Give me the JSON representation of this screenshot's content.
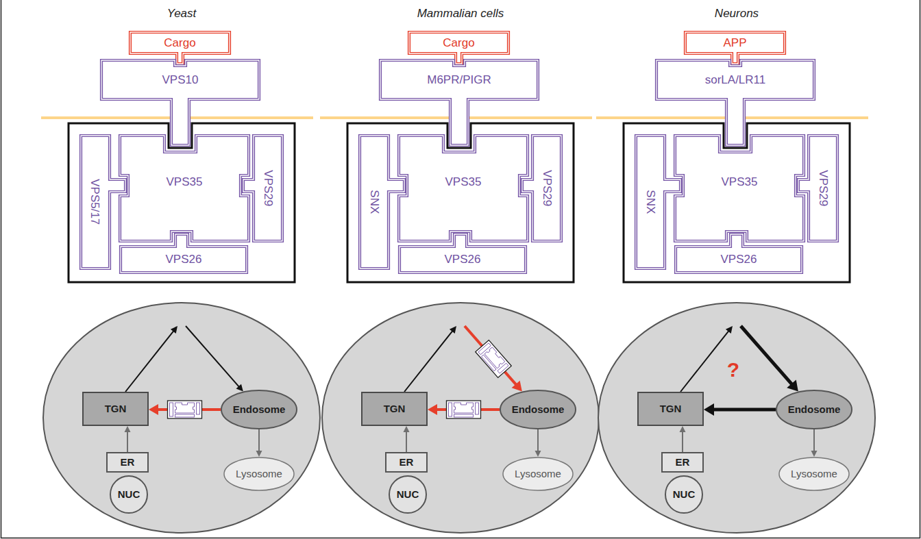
{
  "diagram": {
    "nodes": [
      {
        "text": [
          "Cargo"
        ]
      },
      {
        "text": [
          "VPS10"
        ]
      },
      {
        "text": [
          "VPS5/17"
        ]
      },
      {
        "text": [
          "VPS35"
        ]
      },
      {
        "text": [
          "VPS29"
        ]
      },
      {
        "text": [
          "VPS26"
        ]
      },
      {
        "text": [
          "TGN"
        ]
      },
      {
        "text": [
          "Endosome"
        ]
      },
      {
        "text": [
          "ER"
        ]
      },
      {
        "text": [
          "NUC"
        ]
      },
      {
        "text": [
          "Lysosome"
        ]
      },
      {
        "text": [
          "Cargo"
        ]
      },
      {
        "text": [
          "M6PR/PIGR"
        ]
      },
      {
        "text": [
          "SNX"
        ]
      },
      {
        "text": [
          "VPS35"
        ]
      },
      {
        "text": [
          "VPS29"
        ]
      },
      {
        "text": [
          "VPS26"
        ]
      },
      {
        "text": [
          "TGN"
        ]
      },
      {
        "text": [
          "Endosome"
        ]
      },
      {
        "text": [
          "ER"
        ]
      },
      {
        "text": [
          "NUC"
        ]
      },
      {
        "text": [
          "Lysosome"
        ]
      },
      {
        "text": [
          "APP"
        ]
      },
      {
        "text": [
          "sorLA/LR11"
        ]
      },
      {
        "text": [
          "SNX"
        ]
      },
      {
        "text": [
          "VPS35"
        ]
      },
      {
        "text": [
          "VPS29"
        ]
      },
      {
        "text": [
          "VPS26"
        ]
      },
      {
        "text": [
          "TGN"
        ]
      },
      {
        "text": [
          "Endosome"
        ]
      },
      {
        "text": [
          "ER"
        ]
      },
      {
        "text": [
          "NUC"
        ]
      },
      {
        "text": [
          "Lysosome"
        ]
      }
    ],
    "edges": [
      {
        "from": 8,
        "to": 6,
        "arrow": "to"
      },
      {
        "from": 6,
        "to": 7,
        "arrow": "to"
      },
      {
        "from": 7,
        "to": 6,
        "arrow": "to"
      },
      {
        "from": 7,
        "to": 10,
        "arrow": "to"
      },
      {
        "from": 19,
        "to": 17,
        "arrow": "to"
      },
      {
        "from": 17,
        "to": 18,
        "arrow": "to"
      },
      {
        "from": 18,
        "to": 17,
        "arrow": "to"
      },
      {
        "from": 18,
        "to": 21,
        "arrow": "to"
      },
      {
        "from": 30,
        "to": 28,
        "arrow": "to"
      },
      {
        "from": 28,
        "to": 29,
        "arrow": "to"
      },
      {
        "from": 29,
        "to": 28,
        "arrow": "to"
      },
      {
        "from": 29,
        "to": 32,
        "arrow": "to"
      }
    ],
    "labels": [
      "Yeast",
      "Mammalian cells",
      "Neurons",
      "?"
    ]
  }
}
